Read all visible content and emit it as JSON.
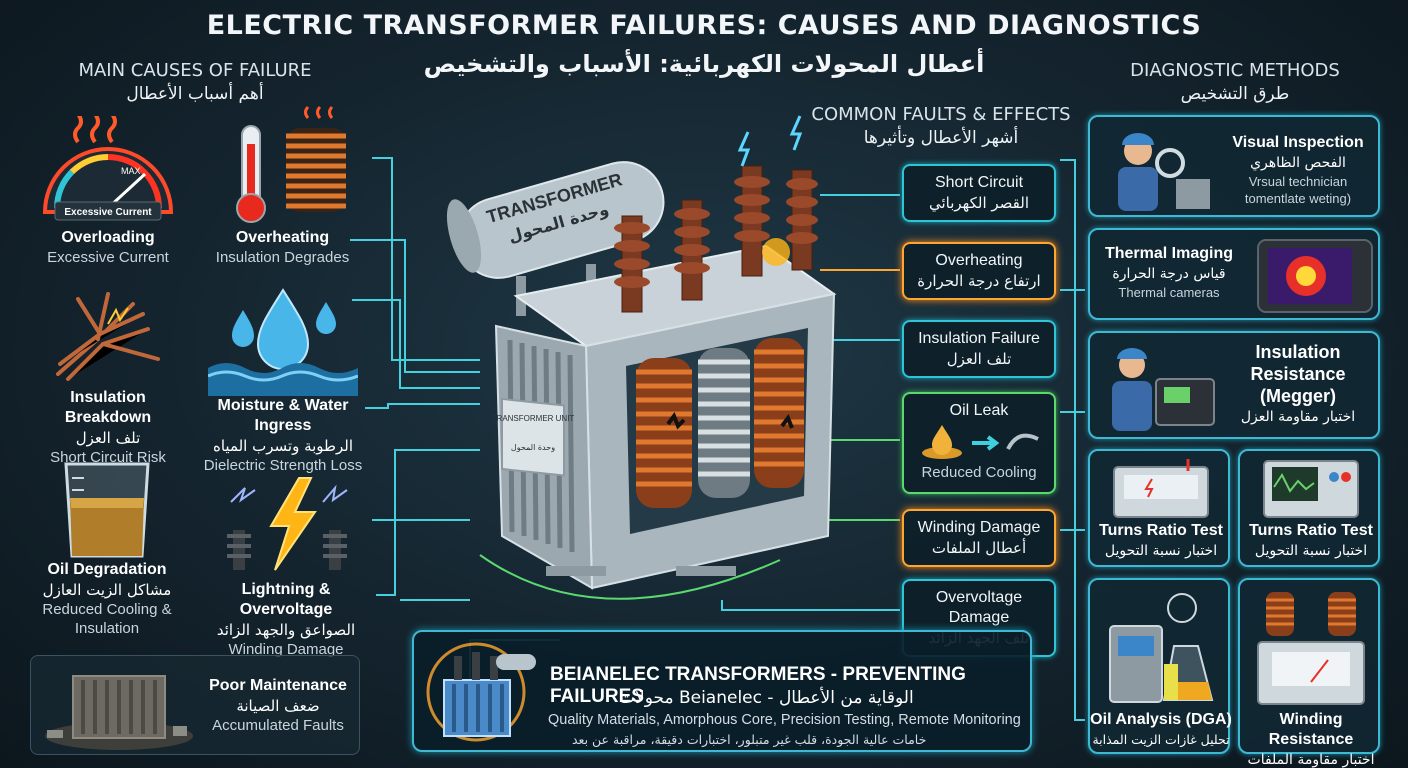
{
  "header": {
    "title": "ELECTRIC TRANSFORMER FAILURES: CAUSES AND DIAGNOSTICS",
    "title_ar": "أعطال المحولات الكهربائية: الأسباب والتشخيص"
  },
  "causes_section": {
    "title": "MAIN CAUSES OF FAILURE",
    "title_ar": "أهم أسباب الأعطال",
    "gauge_max": "MAX",
    "gauge_label": "Excessive Current",
    "items": [
      {
        "title": "Overloading",
        "title_ar": "",
        "subtitle": "Excessive Current",
        "icon": "gauge-icon"
      },
      {
        "title": "Overheating",
        "title_ar": "",
        "subtitle": "Insulation Degrades",
        "icon": "thermometer-icon"
      },
      {
        "title": "Insulation Breakdown",
        "title_ar": "تلف العزل",
        "subtitle": "Short Circuit Risk",
        "icon": "frayed-wire-icon"
      },
      {
        "title": "Moisture & Water Ingress",
        "title_ar": "الرطوبة وتسرب المياه",
        "subtitle": "Dielectric Strength Loss",
        "icon": "water-drop-icon"
      },
      {
        "title": "Oil Degradation",
        "title_ar": "مشاكل الزيت العازل",
        "subtitle": "Reduced Cooling &",
        "subtitle2": "Insulation",
        "icon": "oil-beaker-icon"
      },
      {
        "title": "Lightning & Overvoltage",
        "title_ar": "الصواعق والجهد الزائد",
        "subtitle": "Winding Damage",
        "icon": "lightning-icon"
      },
      {
        "title": "Poor Maintenance",
        "title_ar": "ضعف الصيانة",
        "subtitle": "Accumulated Faults",
        "icon": "rusty-transformer-icon"
      }
    ]
  },
  "transformer": {
    "tank_label": "TRANSFORMER",
    "tank_label_ar": "وحدة المحول",
    "plate_label": "TRANSFORMER UNIT",
    "plate_label_ar": "وحدة المحول"
  },
  "faults_section": {
    "title": "COMMON FAULTS & EFFECTS",
    "title_ar": "أشهر الأعطال وتأثيرها",
    "items": [
      {
        "title": "Short Circuit",
        "title_ar": "القصر الكهربائي"
      },
      {
        "title": "Overheating",
        "title_ar": "ارتفاع درجة الحرارة"
      },
      {
        "title": "Insulation Failure",
        "title_ar": "تلف العزل"
      },
      {
        "title": "Oil Leak",
        "subtitle": "Reduced Cooling"
      },
      {
        "title": "Winding Damage",
        "title_ar": "أعطال الملفات"
      },
      {
        "title": "Overvoltage Damage",
        "title_ar": "تلف الجهد الزائد"
      }
    ]
  },
  "diagnostics_section": {
    "title": "DIAGNOSTIC METHODS",
    "title_ar": "طرق التشخيص",
    "items": [
      {
        "title": "Visual Inspection",
        "title_ar": "الفحص الظاهري",
        "subtitle": "Vrsual technician",
        "subtitle2": "tomentlate weting)",
        "icon": "inspector-icon"
      },
      {
        "title": "Thermal Imaging",
        "title_ar": "قياس درجة الحرارة",
        "subtitle": "Thermal cameras",
        "icon": "thermal-camera-icon"
      },
      {
        "title": "Insulation",
        "title2": "Resistance",
        "title3": "(Megger)",
        "title_ar": "اختبار مقاومة العزل",
        "icon": "megger-icon"
      },
      {
        "title": "Turns Ratio Test",
        "title_ar": "اختبار نسبة التحويل",
        "icon": "meter-icon"
      },
      {
        "title": "Turns Ratio Test",
        "title_ar": "اختبار نسبة التحويل",
        "icon": "oscilloscope-icon"
      },
      {
        "title": "Oil Analysis (DGA)",
        "title_ar": "تحليل غازات الزيت المذابة",
        "icon": "lab-equipment-icon"
      },
      {
        "title": "Winding Resistance",
        "title_ar": "اختبار مقاومة الملفات",
        "icon": "coil-meter-icon"
      }
    ]
  },
  "promo": {
    "title": "BEIANELEC TRANSFORMERS - PREVENTING FAILURES",
    "title_ar": "محولات Beianelec - الوقاية من الأعطال",
    "subtitle": "Quality Materials, Amorphous Core, Precision Testing, Remote Monitoring",
    "subtitle_ar": "خامات عالية الجودة، قلب غير متبلور، اختبارات دقيقة، مراقبة عن بعد"
  },
  "colors": {
    "accent_cyan": "#2fc4d6",
    "accent_amber": "#ffa630",
    "accent_green": "#5bd870",
    "accent_red": "#ff5a3c"
  }
}
